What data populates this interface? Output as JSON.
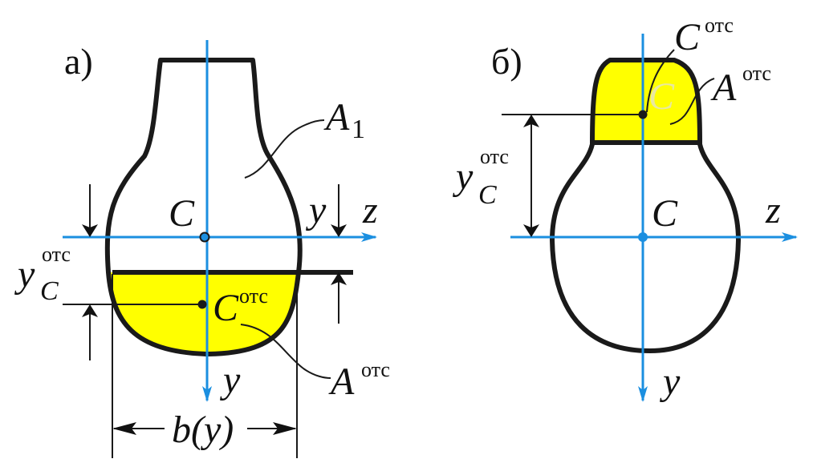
{
  "panels": [
    {
      "tag": "a)",
      "axis_z": "z",
      "axis_y": "y",
      "centroid": "C",
      "area_main": "A",
      "area_main_index": "1",
      "offset_label": "y",
      "offset_sub": "C",
      "offset_sup": "отс",
      "cut_centroid": "C",
      "cut_centroid_sup": "отс",
      "cut_area": "A",
      "cut_area_sup": "отс",
      "y_tick": "y",
      "width_label": "b(y)"
    },
    {
      "tag": "б)",
      "axis_z": "z",
      "axis_y": "y",
      "centroid": "C",
      "offset_label": "y",
      "offset_sub": "C",
      "offset_sup": "отс",
      "cut_centroid": "C",
      "cut_centroid_sup": "отс",
      "cut_area": "A",
      "cut_area_sup": "отс",
      "ghost_c": "C"
    }
  ],
  "colors": {
    "outline": "#1a1a1a",
    "axis": "#1b8fe0",
    "fill": "#ffff00",
    "text": "#111111",
    "ghost": "#e8e8a0"
  }
}
